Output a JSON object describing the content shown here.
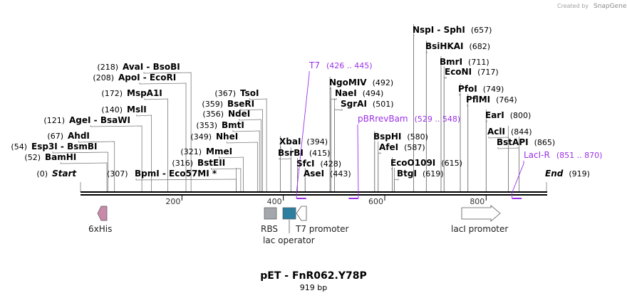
{
  "credit": {
    "created_by": "Created by",
    "brand": "SnapGene"
  },
  "map": {
    "title": "pET - FnR062.Y78P",
    "subtitle": "919 bp",
    "length": 919,
    "ticks": [
      {
        "pos": 200,
        "label": "200"
      },
      {
        "pos": 400,
        "label": "400"
      },
      {
        "pos": 600,
        "label": "600"
      },
      {
        "pos": 800,
        "label": "800"
      }
    ],
    "sites": [
      {
        "pos": 0,
        "num": "(0)",
        "name": "Start",
        "italic": true
      },
      {
        "pos": 307,
        "num": "(307)",
        "name": "BpmI  -  Eco57MI *"
      },
      {
        "pos": 52,
        "num": "(52)",
        "name": "BamHI"
      },
      {
        "pos": 54,
        "num": "(54)",
        "name": "Esp3I  -  BsmBI"
      },
      {
        "pos": 67,
        "num": "(67)",
        "name": "AhdI"
      },
      {
        "pos": 121,
        "num": "(121)",
        "name": "AgeI  -  BsaWI"
      },
      {
        "pos": 140,
        "num": "(140)",
        "name": "MslI"
      },
      {
        "pos": 172,
        "num": "(172)",
        "name": "MspA1I"
      },
      {
        "pos": 208,
        "num": "(208)",
        "name": "ApoI  -  EcoRI"
      },
      {
        "pos": 218,
        "num": "(218)",
        "name": "AvaI  -  BsoBI"
      },
      {
        "pos": 316,
        "num": "(316)",
        "name": "BstEII"
      },
      {
        "pos": 321,
        "num": "(321)",
        "name": "MmeI"
      },
      {
        "pos": 349,
        "num": "(349)",
        "name": "NheI"
      },
      {
        "pos": 353,
        "num": "(353)",
        "name": "BmtI"
      },
      {
        "pos": 356,
        "num": "(356)",
        "name": "NdeI"
      },
      {
        "pos": 359,
        "num": "(359)",
        "name": "BseRI"
      },
      {
        "pos": 367,
        "num": "(367)",
        "name": "TsoI"
      },
      {
        "pos": 394,
        "num": "(394)",
        "name": "XbaI"
      },
      {
        "pos": 415,
        "num": "(415)",
        "name": "BsrBI"
      },
      {
        "pos": 428,
        "num": "(428)",
        "name": "SfcI"
      },
      {
        "pos": 443,
        "num": "(443)",
        "name": "AseI"
      },
      {
        "pos": 492,
        "num": "(492)",
        "name": "NgoMIV"
      },
      {
        "pos": 494,
        "num": "(494)",
        "name": "NaeI"
      },
      {
        "pos": 501,
        "num": "(501)",
        "name": "SgrAI"
      },
      {
        "pos": 580,
        "num": "(580)",
        "name": "BspHI"
      },
      {
        "pos": 587,
        "num": "(587)",
        "name": "AfeI"
      },
      {
        "pos": 615,
        "num": "(615)",
        "name": "EcoO109I"
      },
      {
        "pos": 619,
        "num": "(619)",
        "name": "BtgI"
      },
      {
        "pos": 657,
        "num": "(657)",
        "name": "NspI  -  SphI"
      },
      {
        "pos": 682,
        "num": "(682)",
        "name": "BsiHKAI"
      },
      {
        "pos": 711,
        "num": "(711)",
        "name": "BmrI"
      },
      {
        "pos": 717,
        "num": "(717)",
        "name": "EcoNI"
      },
      {
        "pos": 749,
        "num": "(749)",
        "name": "PfoI"
      },
      {
        "pos": 764,
        "num": "(764)",
        "name": "PflMI"
      },
      {
        "pos": 800,
        "num": "(800)",
        "name": "EarI"
      },
      {
        "pos": 844,
        "num": "(844)",
        "name": "AclI"
      },
      {
        "pos": 865,
        "num": "(865)",
        "name": "BstAPI"
      },
      {
        "pos": 919,
        "num": "(919)",
        "name": "End",
        "italic": true
      }
    ],
    "primers": [
      {
        "name": "T7",
        "range": "(426 .. 445)",
        "start": 426,
        "end": 445
      },
      {
        "name": "pBRrevBam",
        "range": "(529 .. 548)",
        "start": 529,
        "end": 548
      },
      {
        "name": "LacI-R",
        "range": "(851 .. 870)",
        "start": 851,
        "end": 870
      }
    ],
    "features": [
      {
        "name": "6xHis",
        "label": "6xHis",
        "type": "his",
        "color": "#c88aa8"
      },
      {
        "name": "RBS",
        "label": "RBS",
        "type": "box",
        "color": "#a4a8ad"
      },
      {
        "name": "lac operator",
        "label": "lac operator",
        "type": "box",
        "color": "#2d7f9f"
      },
      {
        "name": "T7 promoter",
        "label": "T7 promoter",
        "type": "arrow",
        "color": "#ffffff"
      },
      {
        "name": "lacI promoter",
        "label": "lacI promoter",
        "type": "arrow",
        "color": "#ffffff"
      }
    ],
    "colors": {
      "primer": "#9b30e8",
      "backbone": "#000000",
      "site_line": "#7a7a7a"
    }
  }
}
